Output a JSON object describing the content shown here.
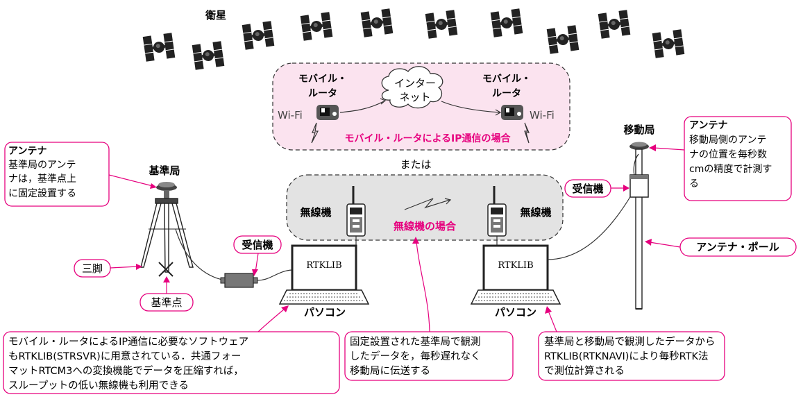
{
  "labels": {
    "satellites": "衛星",
    "router_left_1": "モバイル・",
    "router_left_2": "ルータ",
    "router_right_1": "モバイル・",
    "router_right_2": "ルータ",
    "internet_1": "インター",
    "internet_2": "ネット",
    "wifi_left": "Wi-Fi",
    "wifi_right": "Wi-Fi",
    "ip_case": "モバイル・ルータによるIP通信の場合",
    "or": "または",
    "radio_left": "無線機",
    "radio_right": "無線機",
    "radio_case": "無線機の場合",
    "base_station": "基準局",
    "rover_station": "移動局",
    "antenna_left_title": "アンテナ",
    "antenna_left_1": "基準局のアンテ",
    "antenna_left_2": "ナは，基準点上",
    "antenna_left_3": "に固定設置する",
    "antenna_right_title": "アンテナ",
    "antenna_right_1": "移動局側のアンテ",
    "antenna_right_2": "ナの位置を毎秒数",
    "antenna_right_3": "cmの精度で計測す",
    "antenna_right_4": "る",
    "receiver_left": "受信機",
    "receiver_right": "受信機",
    "tripod": "三脚",
    "base_point": "基準点",
    "antenna_pole": "アンテナ・ポール",
    "pc_screen_left": "RTKLIB",
    "pc_screen_right": "RTKLIB",
    "pc_left": "パソコン",
    "pc_right": "パソコン",
    "note1_1": "モバイル・ルータによるIP通信に必要なソフトウェア",
    "note1_2": "もRTKLIB(STRSVR)に用意されている．共通フォー",
    "note1_3": "マットRTCM3への変換機能でデータを圧縮すれば，",
    "note1_4": "スループットの低い無線機も利用できる",
    "note2_1": "固定設置された基準局で観測",
    "note2_2": "したデータを，毎秒遅れなく",
    "note2_3": "移動局に伝送する",
    "note3_1": "基準局と移動局で観測したデータから",
    "note3_2": "RTKLIB(RTKNAVI)により毎秒RTK法",
    "note3_3": "で測位計算される"
  },
  "colors": {
    "accent": "#e6007e",
    "ip_box_fill": "#fbe3ef",
    "radio_box_fill": "#e3e3e3"
  },
  "icons": [
    "satellite-icon",
    "mobile-router-icon",
    "cloud-icon",
    "lightning-icon",
    "radio-icon",
    "antenna-icon",
    "tripod-icon",
    "receiver-icon",
    "laptop-icon",
    "pole-icon"
  ]
}
